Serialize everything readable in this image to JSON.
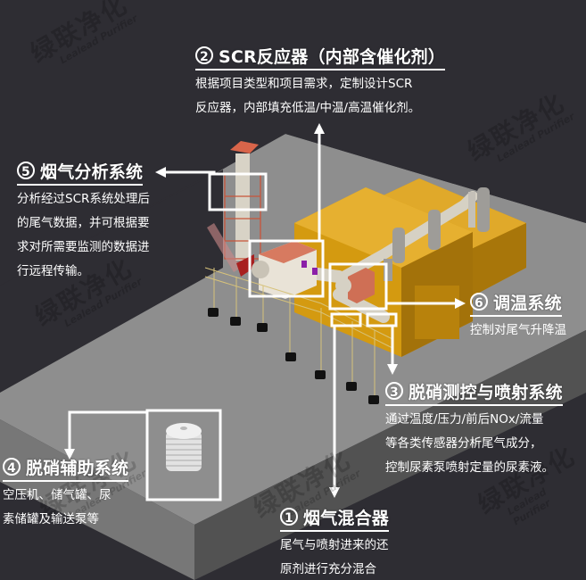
{
  "diagram": {
    "background_color": "#2e2d33",
    "slab_colors": {
      "top": "#8e8e8e",
      "left_face": "#777777",
      "right_face": "#525252"
    },
    "accent_colors": {
      "equipment_yellow": "#d49a10",
      "frame_red": "#c8543a",
      "pipe_beige": "#d9d4c8",
      "valve_purple": "#8b1fa8",
      "highlight_white": "#ffffff"
    },
    "watermark": {
      "cn": "绿联净化",
      "en": "Lealead Purifier"
    }
  },
  "callouts": [
    {
      "id": "2",
      "number": "2",
      "title": "SCR反应器（内部含催化剂）",
      "desc": [
        "根据项目类型和项目需求，定制设计SCR",
        "反应器，内部填充低温/中温/高温催化剂。"
      ]
    },
    {
      "id": "5",
      "number": "5",
      "title": "烟气分析系统",
      "desc": [
        "分析经过SCR系统处理后",
        "的尾气数据，并可根据要",
        "求对所需要监测的数据进",
        "行远程传输。"
      ]
    },
    {
      "id": "6",
      "number": "6",
      "title": "调温系统",
      "desc": [
        "控制对尾气升降温"
      ]
    },
    {
      "id": "3",
      "number": "3",
      "title": "脱硝测控与喷射系统",
      "desc": [
        "通过温度/压力/前后NOx/流量",
        "等各类传感器分析尾气成分，",
        "控制尿素泵喷射定量的尿素液。"
      ]
    },
    {
      "id": "4",
      "number": "4",
      "title": "脱硝辅助系统",
      "desc": [
        "空压机、储气罐、尿",
        "素储罐及输送泵等"
      ]
    },
    {
      "id": "1",
      "number": "1",
      "title": "烟气混合器",
      "desc": [
        "尾气与喷射进来的还",
        "原剂进行充分混合"
      ]
    }
  ]
}
